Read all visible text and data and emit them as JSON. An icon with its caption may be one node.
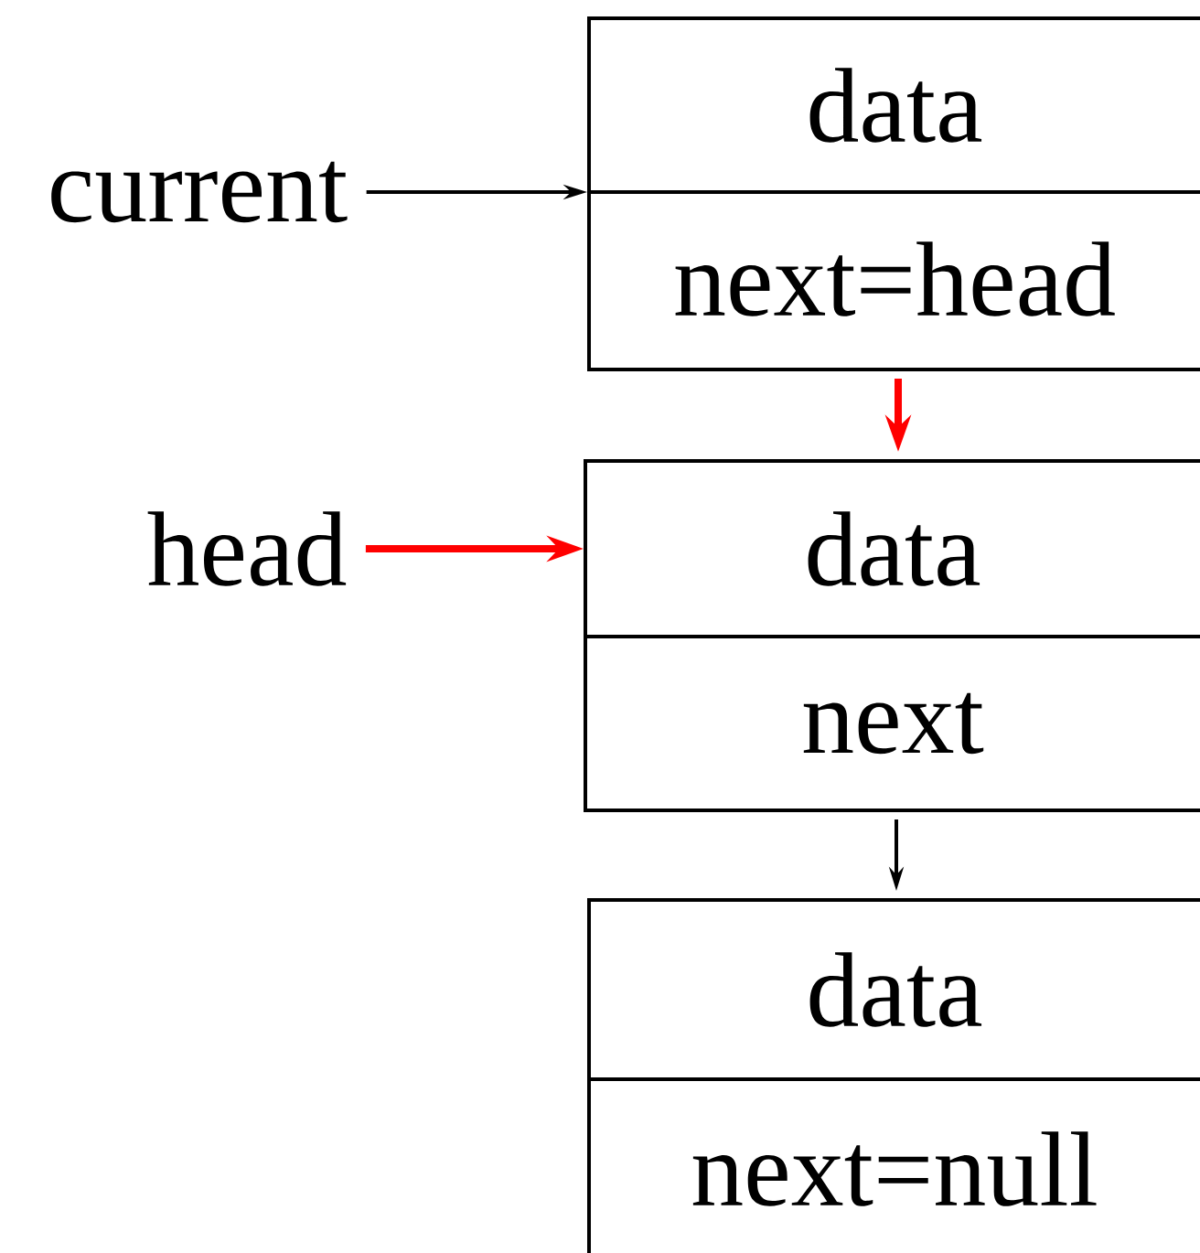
{
  "diagram": {
    "nodes": [
      {
        "text": [
          "current"
        ]
      },
      {
        "text": [
          "data",
          "next=head"
        ]
      },
      {
        "text": [
          "head"
        ]
      },
      {
        "text": [
          "data",
          "next"
        ]
      },
      {
        "text": [
          "data",
          "next=null"
        ]
      }
    ],
    "edges": [
      {
        "from": 0,
        "to": 1,
        "arrow": "to"
      },
      {
        "from": 1,
        "to": 3,
        "arrow": "to",
        "style": "thick",
        "color": "#ff0000"
      },
      {
        "from": 2,
        "to": 3,
        "arrow": "to",
        "style": "thick",
        "color": "#ff0000"
      },
      {
        "from": 3,
        "to": 4,
        "arrow": "to"
      }
    ]
  }
}
